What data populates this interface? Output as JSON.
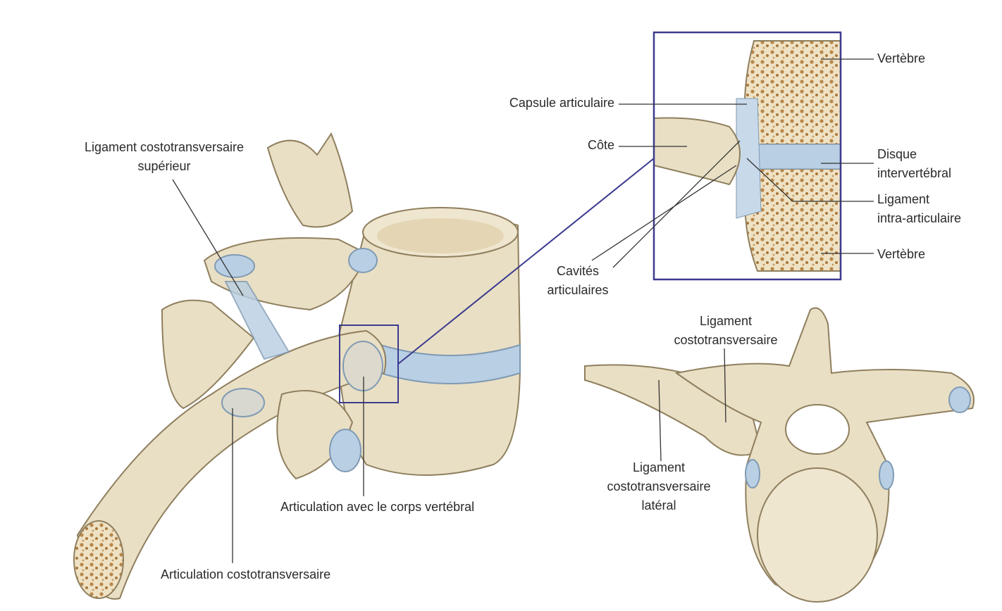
{
  "colors": {
    "bone": "#e9dfc4",
    "bone_stroke": "#8f7f5e",
    "cartilage": "#b9cfe3",
    "frame": "#3b3b8f",
    "marrow": "#b8874a",
    "leader": "#333333"
  },
  "labels": {
    "lig_costo_sup": [
      "Ligament costotransversaire",
      "supérieur"
    ],
    "capsule": "Capsule articulaire",
    "cote": "Côte",
    "cavites": [
      "Cavités",
      "articulaires"
    ],
    "vertebre_top": "Vertèbre",
    "disque": [
      "Disque",
      "intervertébral"
    ],
    "lig_intra": [
      "Ligament",
      "intra-articulaire"
    ],
    "vertebre_bottom": "Vertèbre",
    "lig_costo": [
      "Ligament",
      "costotransversaire"
    ],
    "lig_costo_lat": [
      "Ligament",
      "costotransversaire",
      "latéral"
    ],
    "art_corps": "Articulation avec le corps vertébral",
    "art_costo": "Articulation costotransversaire"
  }
}
